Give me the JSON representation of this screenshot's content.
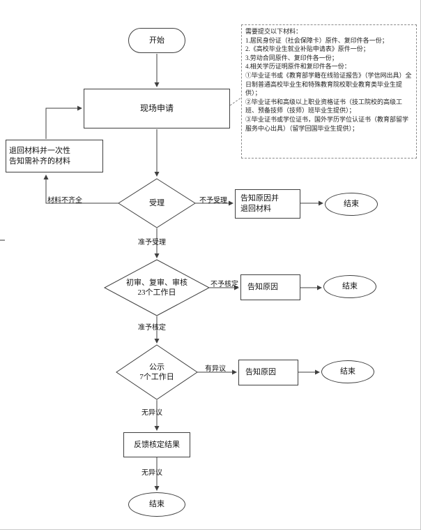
{
  "nodes": {
    "start": "开始",
    "apply": "现场申请",
    "return_materials": "退回材料并一次性\n告知需补齐的材料",
    "accept": "受理",
    "notify_reason_return": "告知原因并\n退回材料",
    "end1": "结束",
    "review": "初审、复审、审核\n23个工作日",
    "notify_reason_2": "告知原因",
    "end2": "结束",
    "publicity": "公示\n7个工作日",
    "notify_reason_3": "告知原因",
    "end3": "结束",
    "feedback": "反馈核定结果",
    "end4": "结束"
  },
  "labels": {
    "materials_incomplete": "材料不齐全",
    "not_accepted": "不予受理",
    "accepted": "准予受理",
    "not_approved": "不予核定",
    "approved": "准予核定",
    "objection": "有异议",
    "no_objection_1": "无异议",
    "no_objection_2": "无异议"
  },
  "note": {
    "text": "需要提交以下材料：\n1.居民身份证（社会保障卡）原件、复印件各一份；\n2.《高校毕业生就业补贴申请表》原件一份；\n3.劳动合同原件、复印件各一份；\n4.相关学历证明原件和复印件各一份：\n①毕业证书或《教育部学籍在线验证报告》（学信网出具）全日制普通高校毕业生和特殊教育院校职业教育类毕业生提供）；\n②毕业证书和高级以上职业资格证书（技工院校的高级工班、预备技师（技师）班毕业生提供）；\n③毕业证书或学位证书，国外学历学位认证书（教育部留学服务中心出具）（留学回国毕业生提供）；"
  },
  "colors": {
    "line": "#3f3f3f",
    "text": "#111111",
    "background": "#ffffff"
  }
}
